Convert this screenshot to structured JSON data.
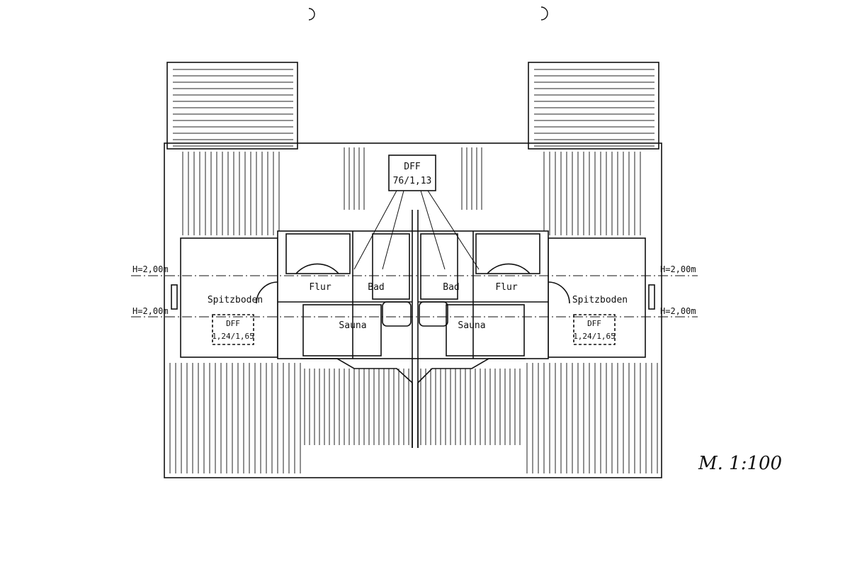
{
  "labels": {
    "dff_top": "DFF",
    "dff_top_size": "76/1,13",
    "h_left_top": "H=2,00m",
    "h_left_bottom": "H=2,00m",
    "h_right_top": "H=2,00m",
    "h_right_bottom": "H=2,00m",
    "room_flur_left": "Flur",
    "room_bad_left": "Bad",
    "room_sauna_left": "Sauna",
    "room_spitzboden_left": "Spitzboden",
    "dff_left": "DFF",
    "dff_left_size": "1,24/1,65",
    "room_flur_right": "Flur",
    "room_bad_right": "Bad",
    "room_sauna_right": "Sauna",
    "room_spitzboden_right": "Spitzboden",
    "dff_right": "DFF",
    "dff_right_size": "1,24/1,65",
    "scale": "M. 1:100"
  }
}
